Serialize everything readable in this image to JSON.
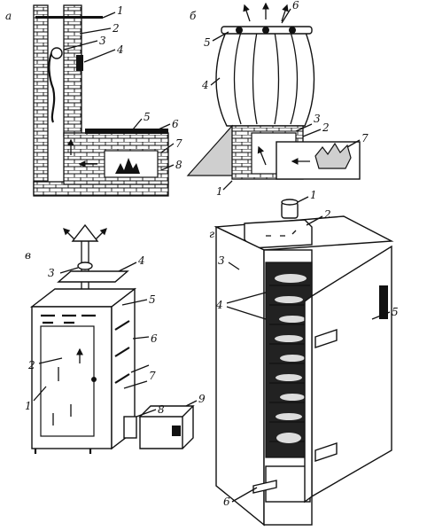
{
  "panels": {
    "a": {
      "letter": "а",
      "labels": [
        "1",
        "2",
        "3",
        "4",
        "5",
        "6",
        "7",
        "8"
      ]
    },
    "b": {
      "letter": "б",
      "labels": [
        "1",
        "2",
        "3",
        "4",
        "5",
        "6",
        "7"
      ]
    },
    "v": {
      "letter": "в",
      "labels": [
        "1",
        "2",
        "3",
        "4",
        "5",
        "6",
        "7",
        "8",
        "9"
      ]
    },
    "g": {
      "letter": "г",
      "labels": [
        "1",
        "2",
        "3",
        "4",
        "5",
        "6"
      ]
    }
  },
  "colors": {
    "ink": "#111111",
    "paper": "#ffffff"
  }
}
